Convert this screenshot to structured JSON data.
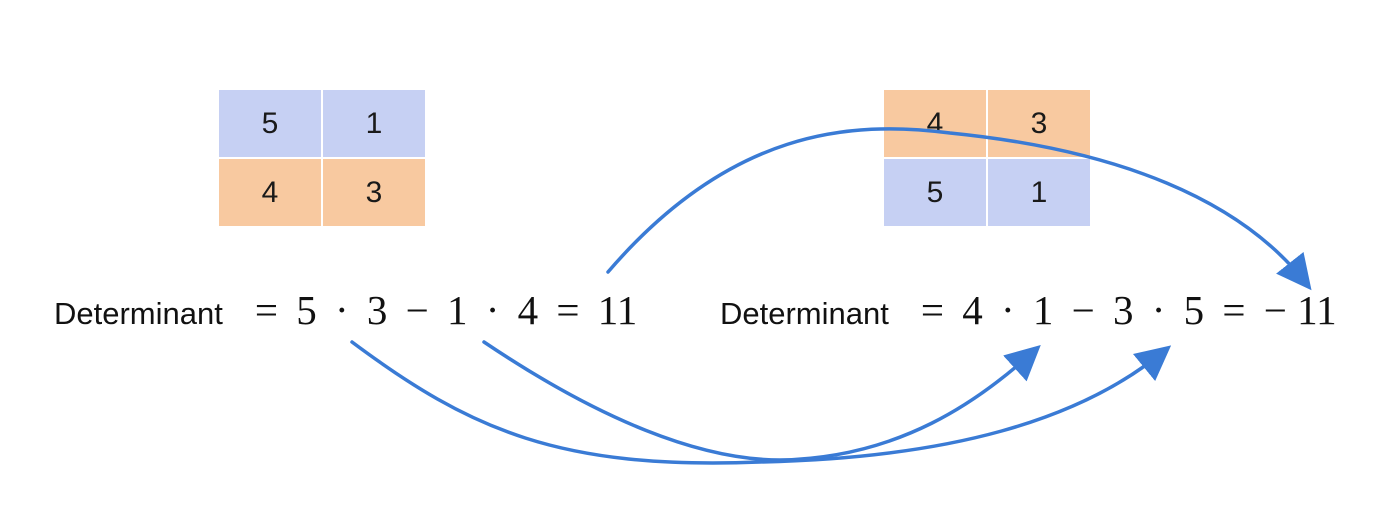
{
  "left_matrix": {
    "rows": [
      {
        "cells": [
          "5",
          "1"
        ],
        "color": "#c6d0f3"
      },
      {
        "cells": [
          "4",
          "3"
        ],
        "color": "#f8c9a0"
      }
    ]
  },
  "right_matrix": {
    "rows": [
      {
        "cells": [
          "4",
          "3"
        ],
        "color": "#f8c9a0"
      },
      {
        "cells": [
          "5",
          "1"
        ],
        "color": "#c6d0f3"
      }
    ]
  },
  "left_equation": {
    "label": "Determinant",
    "tokens": [
      "=",
      "5",
      "·",
      "3",
      "−",
      "1",
      "·",
      "4",
      "=",
      "11"
    ]
  },
  "right_equation": {
    "label": "Determinant",
    "tokens": [
      "=",
      "4",
      "·",
      "1",
      "−",
      "3",
      "·",
      "5",
      "=",
      "− 11"
    ]
  },
  "colors": {
    "arrow": "#3a7bd5",
    "blue_cell": "#c6d0f3",
    "orange_cell": "#f8c9a0"
  }
}
